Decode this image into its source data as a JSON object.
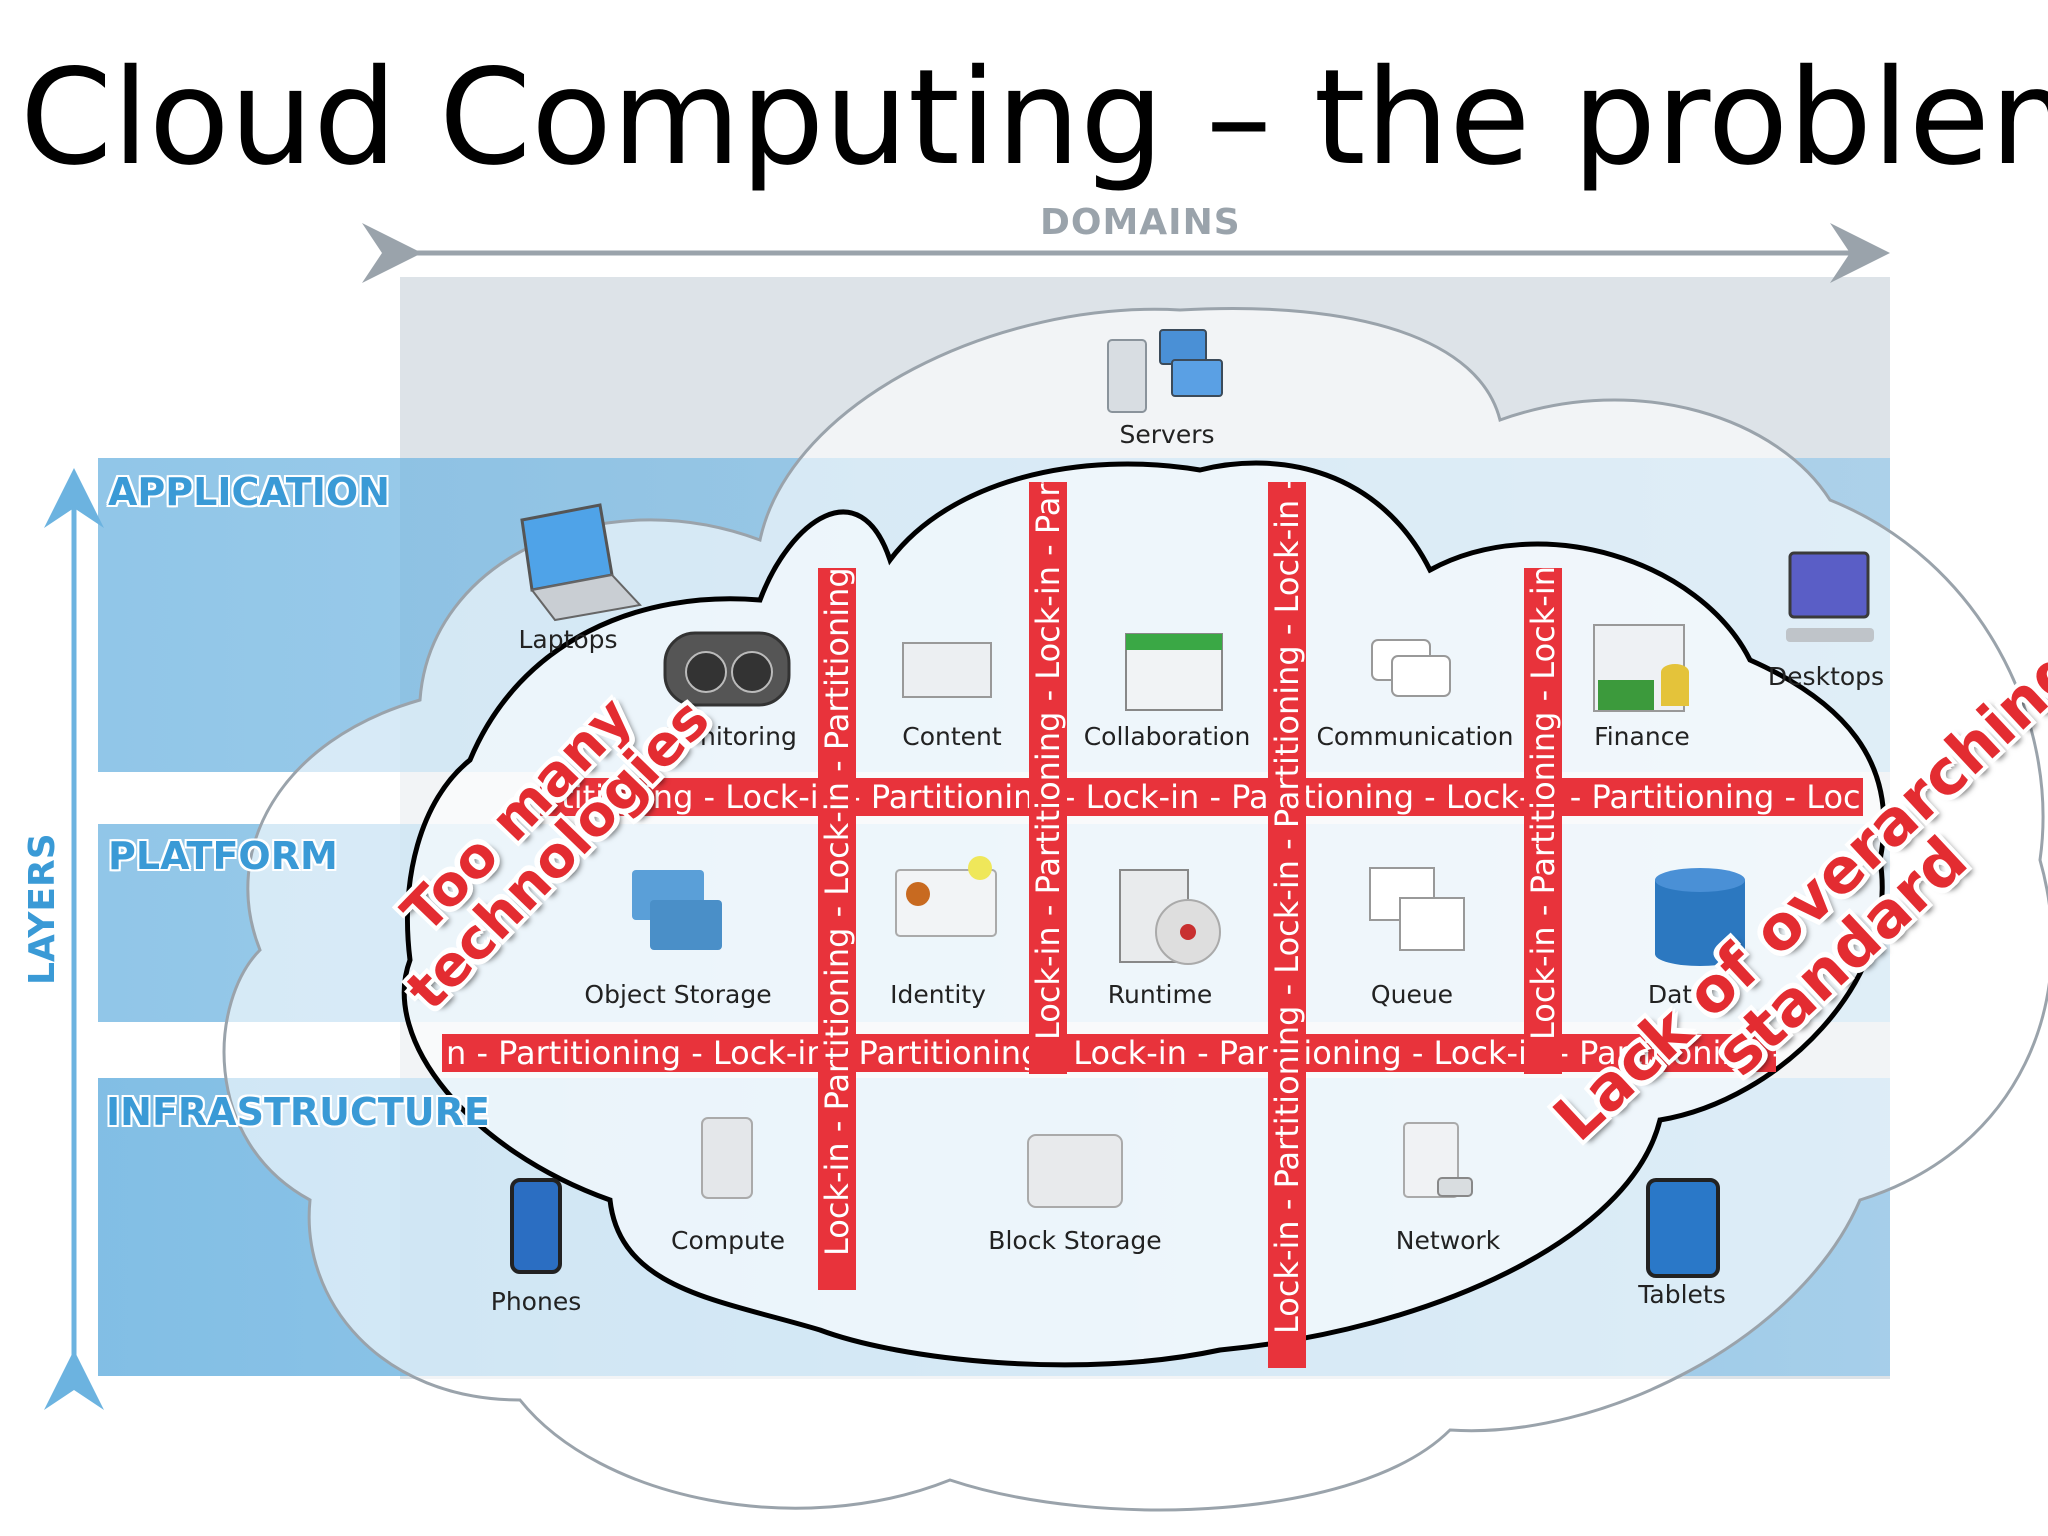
{
  "title": "Cloud Computing – the problem",
  "axes": {
    "domains": "DOMAINS",
    "layers": "LAYERS"
  },
  "layers": [
    "APPLICATION",
    "PLATFORM",
    "INFRASTRUCTURE"
  ],
  "devices": [
    "Servers",
    "Laptops",
    "Desktops",
    "Phones",
    "Tablets"
  ],
  "application_row": [
    "Monitoring",
    "Content",
    "Collaboration",
    "Communication",
    "Finance"
  ],
  "platform_row": [
    "Object Storage",
    "Identity",
    "Runtime",
    "Queue",
    "Dat"
  ],
  "infrastructure_row": [
    "Compute",
    "Block Storage",
    "Network"
  ],
  "bands": {
    "horizontal_top": "rtitioning - Lock-in - Partitioning - Lock-in - Partitioning - Lock-in - Partitioning - Lock-in - Partitioning -",
    "horizontal_bottom": "n - Partitioning - Lock-in - Partitioning - Lock-in - Partitioning - Lock-in - Partitioning - Lock-in",
    "vertical": "Lock-in - Partitioning - Lock-in - Partitioning - Lock-in - Partitioning - Lock-in - Partitioning"
  },
  "callouts": {
    "too_many": [
      "Too many",
      "technologies"
    ],
    "lack_of": [
      "Lack of overarching",
      "standard"
    ]
  },
  "colors": {
    "accent_red": "#e8333b",
    "layer_blue": "#3a9ad6",
    "axis_gray": "#9aa3ab"
  }
}
